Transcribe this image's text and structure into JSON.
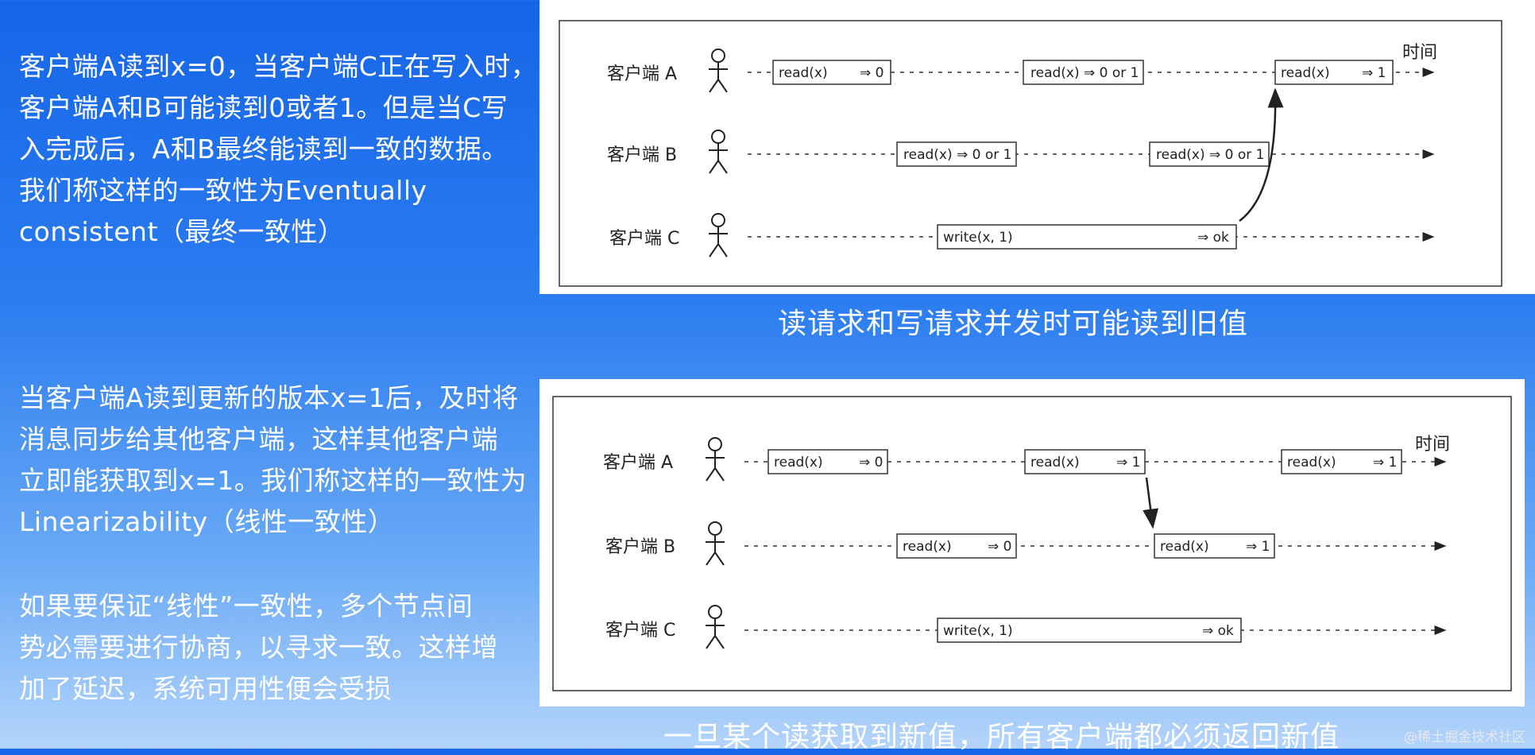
{
  "left_text": {
    "para1_lines": [
      "客户端A读到x=0，当客户端C正在写入时，",
      "客户端A和B可能读到0或者1。但是当C写",
      "入完成后，A和B最终能读到一致的数据。",
      "我们称这样的一致性为Eventually",
      "consistent（最终一致性）"
    ],
    "para2_lines": [
      "当客户端A读到更新的版本x=1后，及时将",
      "消息同步给其他客户端，这样其他客户端",
      "立即能获取到x=1。我们称这样的一致性为",
      "Linearizability（线性一致性）"
    ],
    "para3_lines": [
      "如果要保证“线性”一致性，多个节点间",
      "势必需要进行协商，以寻求一致。这样增",
      "加了延迟，系统可用性便会受损"
    ]
  },
  "diagram1": {
    "time_label": "时间",
    "clients": [
      "客户端 A",
      "客户端 B",
      "客户端 C"
    ],
    "ops": {
      "a1_left": "read(x)",
      "a1_right": "⇒ 0",
      "a2": "read(x) ⇒ 0 or 1",
      "a3_left": "read(x)",
      "a3_right": "⇒ 1",
      "b1": "read(x) ⇒ 0 or 1",
      "b2": "read(x) ⇒ 0 or 1",
      "c1_left": "write(x, 1)",
      "c1_right": "⇒ ok"
    },
    "caption": "读请求和写请求并发时可能读到旧值"
  },
  "diagram2": {
    "time_label": "时间",
    "clients": [
      "客户端 A",
      "客户端 B",
      "客户端 C"
    ],
    "ops": {
      "a1_left": "read(x)",
      "a1_right": "⇒ 0",
      "a2_left": "read(x)",
      "a2_right": "⇒ 1",
      "a3_left": "read(x)",
      "a3_right": "⇒ 1",
      "b1_left": "read(x)",
      "b1_right": "⇒ 0",
      "b2_left": "read(x)",
      "b2_right": "⇒ 1",
      "c1_left": "write(x, 1)",
      "c1_right": "⇒ ok"
    },
    "caption": "一旦某个读获取到新值，所有客户端都必须返回新值"
  },
  "watermark": "@稀土掘金技术社区"
}
